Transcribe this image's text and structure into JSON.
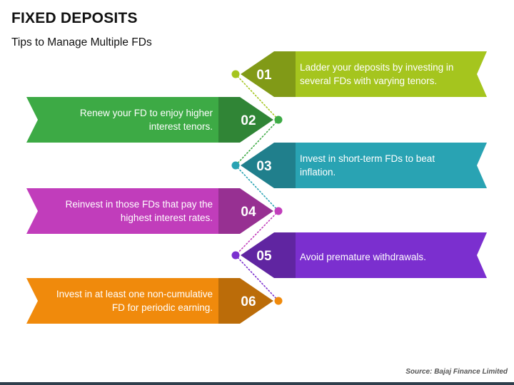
{
  "title": "FIXED DEPOSITS",
  "subtitle": "Tips to Manage Multiple FDs",
  "source": "Source: Bajaj Finance Limited",
  "colors": {
    "step1": "#a5c51e",
    "step2": "#3daa45",
    "step3": "#29a3b3",
    "step4": "#c13dbb",
    "step5": "#7b2fcf",
    "step6": "#f08a0c"
  },
  "steps": [
    {
      "number": "01",
      "text": "Ladder your deposits by investing in several FDs with varying tenors."
    },
    {
      "number": "02",
      "text": "Renew your FD to enjoy higher interest tenors."
    },
    {
      "number": "03",
      "text": "Invest in short-term FDs to beat inflation."
    },
    {
      "number": "04",
      "text": "Reinvest in those FDs that pay the highest interest rates."
    },
    {
      "number": "05",
      "text": "Avoid premature withdrawals."
    },
    {
      "number": "06",
      "text": "Invest in at least one non-cumulative FD for periodic earning."
    }
  ]
}
